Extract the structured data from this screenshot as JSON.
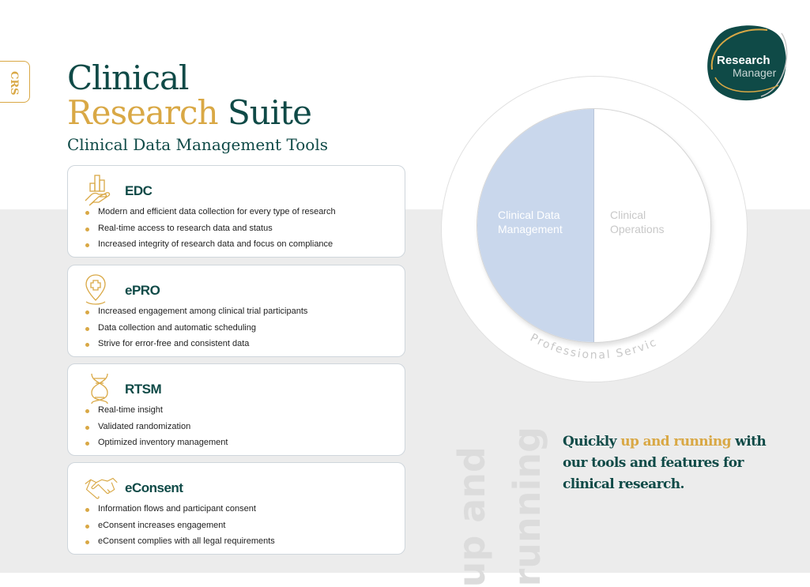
{
  "side_tab": "CRS",
  "title": {
    "line1": "Clinical",
    "line2_gold": "Research",
    "line2_rest": "Suite",
    "subtitle": "Clinical Data Management Tools"
  },
  "cards": [
    {
      "title": "EDC",
      "icon": "hand-chart-icon",
      "items": [
        "Modern and efficient data collection for every type of research",
        "Real-time access to research data and status",
        "Increased integrity of research data and focus on compliance"
      ]
    },
    {
      "title": "ePRO",
      "icon": "location-plus-icon",
      "items": [
        "Increased engagement among clinical trial participants",
        "Data collection and automatic scheduling",
        "Strive for error-free and consistent data"
      ]
    },
    {
      "title": "RTSM",
      "icon": "dna-icon",
      "items": [
        "Real-time insight",
        "Validated randomization",
        "Optimized inventory management"
      ]
    },
    {
      "title": "eConsent",
      "icon": "handshake-icon",
      "items": [
        "Information flows and participant consent",
        "eConsent increases engagement",
        "eConsent complies with all legal requirements"
      ]
    }
  ],
  "diagram": {
    "left": "Clinical Data Management",
    "right": "Clinical Operations",
    "ring": "Professional Services"
  },
  "logo": {
    "line1": "Research",
    "line2": "Manager"
  },
  "vertical": {
    "a": "up and",
    "b": "running"
  },
  "tagline": {
    "pre": "Quickly",
    "gold": "up and running",
    "post": "with our tools and features for clinical research."
  },
  "colors": {
    "teal": "#0f4a47",
    "gold": "#d9a845",
    "blue": "#c9d7ec"
  }
}
